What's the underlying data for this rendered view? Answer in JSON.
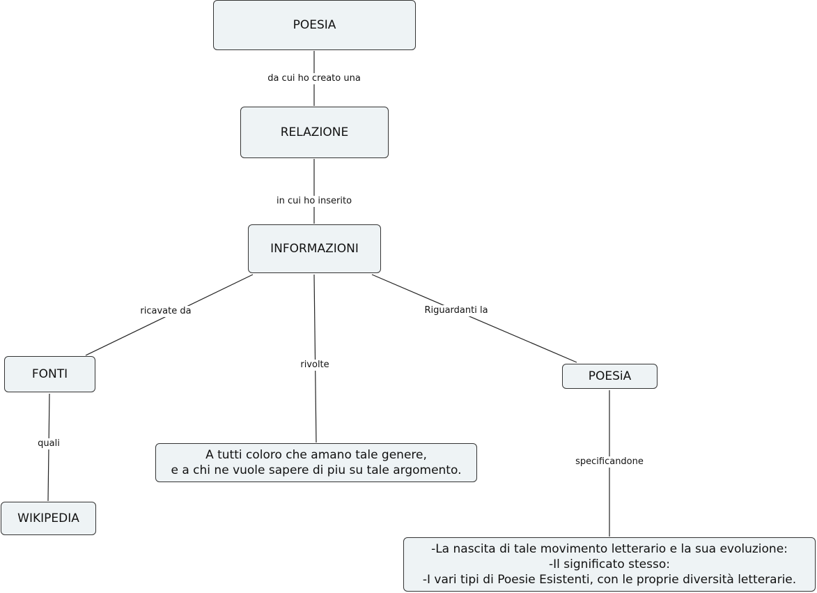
{
  "nodes": {
    "poesia_top": "POESIA",
    "relazione": "RELAZIONE",
    "informazioni": "INFORMAZIONI",
    "fonti": "FONTI",
    "wikipedia": "WIKIPEDIA",
    "audience": [
      "A tutti coloro che amano tale genere,",
      "e a chi ne vuole sapere di piu su tale argomento."
    ],
    "poesia_mid": "POESiA",
    "details": [
      "-La nascita di tale movimento letterario e la sua evoluzione:",
      "-Il significato stesso:",
      "-I vari tipi di Poesie Esistenti, con le proprie diversità letterarie."
    ]
  },
  "links": {
    "poesia_relazione": "da cui ho creato una",
    "relazione_informazioni": "in cui ho inserito",
    "informazioni_fonti": "ricavate da",
    "informazioni_audience": "rivolte",
    "informazioni_poesia": "Riguardanti la",
    "fonti_wikipedia": "quali",
    "poesia_details": "specificandone"
  }
}
